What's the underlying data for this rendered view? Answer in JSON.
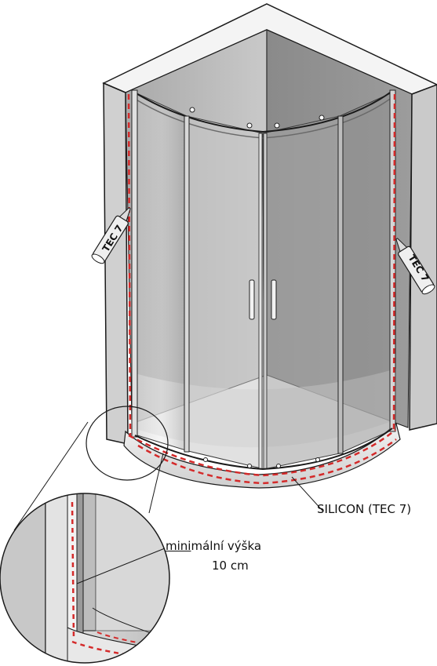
{
  "tube_left": "TEC 7",
  "tube_right": "TEC 7",
  "silicon_label": "SILICON (TEC 7)",
  "min_height_prefix": "mini",
  "min_height_rest": "mální výška",
  "min_height_value": "10 cm",
  "colors": {
    "sealant": "#d42a2a",
    "wall": "#d8d8d8",
    "outline": "#1a1a1a"
  }
}
